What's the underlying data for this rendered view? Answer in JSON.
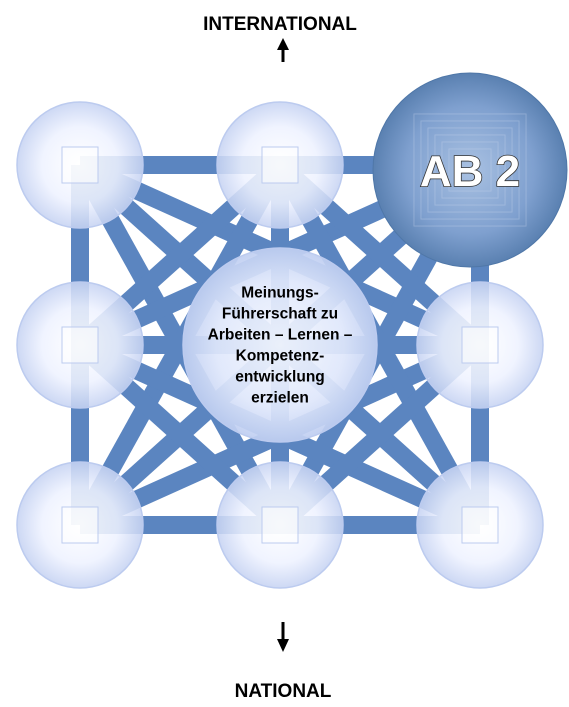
{
  "top_label": "INTERNATIONAL",
  "bottom_label": "NATIONAL",
  "center_text": [
    "Meinungs-",
    "Führerschaft zu",
    "Arbeiten –  Lernen –",
    "Kompetenz-",
    "entwicklung",
    "erzielen"
  ],
  "highlight_label": "AB 2",
  "colors": {
    "connector": "#5b85c0",
    "node_light": "#f4f7ff",
    "node_edge": "#bccbef",
    "highlight_light": "#9ab6dc",
    "highlight_dark": "#4f77a8",
    "arrow": "#000000"
  },
  "nodes": [
    {
      "id": "top-left",
      "row": 0,
      "col": 0
    },
    {
      "id": "top-center",
      "row": 0,
      "col": 1
    },
    {
      "id": "top-right",
      "row": 0,
      "col": 2,
      "highlight": true
    },
    {
      "id": "middle-left",
      "row": 1,
      "col": 0
    },
    {
      "id": "middle-right",
      "row": 1,
      "col": 2
    },
    {
      "id": "bottom-left",
      "row": 2,
      "col": 0
    },
    {
      "id": "bottom-center",
      "row": 2,
      "col": 1
    },
    {
      "id": "bottom-right",
      "row": 2,
      "col": 2
    }
  ]
}
